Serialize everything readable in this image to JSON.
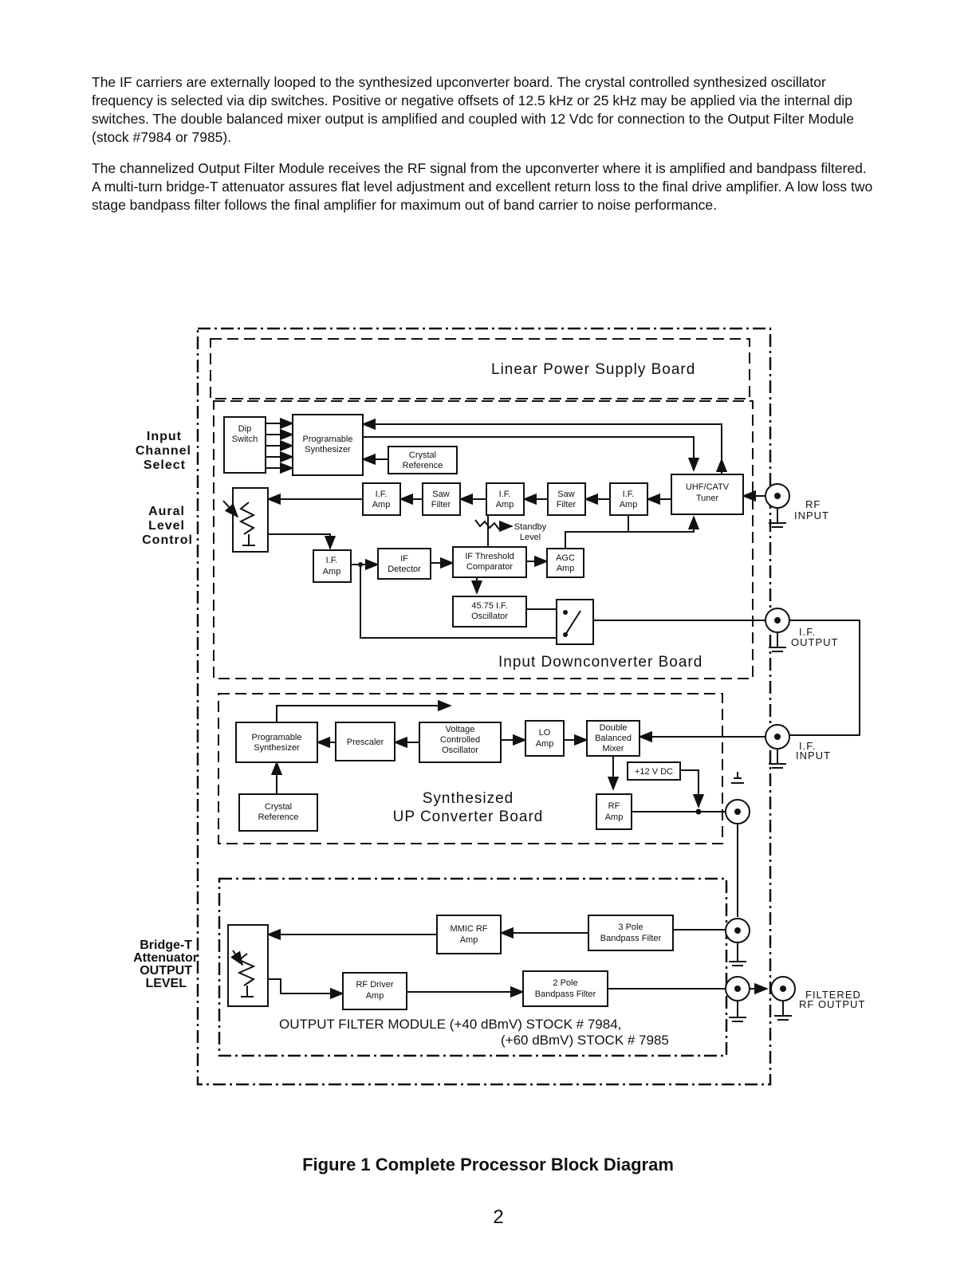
{
  "paragraphs": {
    "p1": "The IF carriers are externally looped to the synthesized upconverter board. The crystal controlled synthesized oscillator frequency is selected via dip switches. Positive or negative offsets of 12.5 kHz or 25 kHz may be applied via the internal dip switches. The double balanced mixer output is amplified and coupled with 12 Vdc for connection to the Output Filter Module (stock #7984 or 7985).",
    "p2": "The channelized Output Filter Module receives the RF signal from the upconverter where it is amplified and bandpass filtered. A multi-turn bridge-T attenuator assures flat level adjustment and excellent return loss to the final drive amplifier. A low loss two stage bandpass filter follows the final amplifier for maximum out of band carrier to noise performance."
  },
  "boards": {
    "power": "Linear Power Supply Board",
    "downconverter": "Input Downconverter Board",
    "upconverter_1": "Synthesized",
    "upconverter_2": "UP Converter Board",
    "output_1": "OUTPUT FILTER MODULE  (+40 dBmV) STOCK # 7984,",
    "output_2": "(+60 dBmV) STOCK # 7985"
  },
  "blocks": {
    "dip_1": "Dip",
    "dip_2": "Switch",
    "prog1_1": "Programable",
    "prog1_2": "Synthesizer",
    "xtal1_1": "Crystal",
    "xtal1_2": "Reference",
    "tuner_1": "UHF/CATV",
    "tuner_2": "Tuner",
    "ifamp1_1": "I.F.",
    "ifamp1_2": "Amp",
    "saw1_1": "Saw",
    "saw1_2": "Filter",
    "ifamp2_1": "I.F.",
    "ifamp2_2": "Amp",
    "saw2_1": "Saw",
    "saw2_2": "Filter",
    "ifamp3_1": "I.F.",
    "ifamp3_2": "Amp",
    "standby_1": "Standby",
    "standby_2": "Level",
    "ifamp4_1": "I.F.",
    "ifamp4_2": "Amp",
    "ifdet_1": "IF",
    "ifdet_2": "Detector",
    "thresh_1": "IF Threshold",
    "thresh_2": "Comparator",
    "agc_1": "AGC",
    "agc_2": "Amp",
    "osc_1": "45.75 I.F.",
    "osc_2": "Oscillator",
    "prog2_1": "Programable",
    "prog2_2": "Synthesizer",
    "prescaler": "Prescaler",
    "vco_1": "Voltage",
    "vco_2": "Controlled",
    "vco_3": "Oscillator",
    "lo_1": "LO",
    "lo_2": "Amp",
    "dbm_1": "Double",
    "dbm_2": "Balanced",
    "dbm_3": "Mixer",
    "v12": "+12 V DC",
    "xtal2_1": "Crystal",
    "xtal2_2": "Reference",
    "rfamp_1": "RF",
    "rfamp_2": "Amp",
    "mmic_1": "MMIC RF",
    "mmic_2": "Amp",
    "bpf3_1": "3 Pole",
    "bpf3_2": "Bandpass Filter",
    "rfdrv_1": "RF Driver",
    "rfdrv_2": "Amp",
    "bpf2_1": "2 Pole",
    "bpf2_2": "Bandpass Filter"
  },
  "left_labels": {
    "input_1": "Input",
    "input_2": "Channel",
    "input_3": "Select",
    "aural_1": "Aural",
    "aural_2": "Level",
    "aural_3": "Control",
    "bridge_1": "Bridge-T",
    "bridge_2": "Attenuator",
    "bridge_3": "OUTPUT",
    "bridge_4": "LEVEL"
  },
  "ports": {
    "rf_1": "RF",
    "rf_2": "INPUT",
    "ifo_1": "I.F.",
    "ifo_2": "OUTPUT",
    "ifi_1": "I.F.",
    "ifi_2": "INPUT",
    "out_1": "FILTERED",
    "out_2": "RF OUTPUT"
  },
  "caption": "Figure 1 Complete Processor Block Diagram",
  "page_number": "2"
}
